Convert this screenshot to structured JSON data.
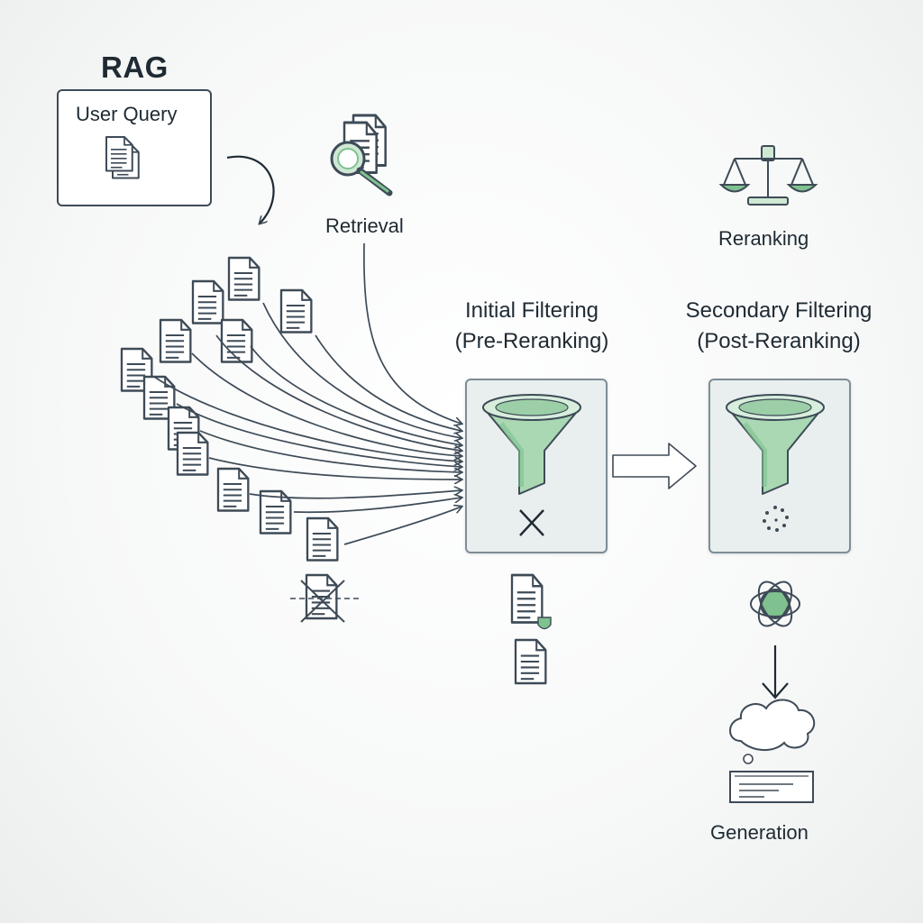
{
  "diagram": {
    "title": "RAG",
    "user_query": "User Query",
    "retrieval": "Retrieval",
    "reranking": "Reranking",
    "initial_filtering": {
      "line1": "Initial Filtering",
      "line2": "(Pre-Reranking)"
    },
    "secondary_filtering": {
      "line1": "Secondary Filtering",
      "line2": "(Post-Reranking)"
    },
    "generation": "Generation"
  },
  "colors": {
    "stroke": "#3e4b57",
    "accent_green": "#7fc28f",
    "accent_green_light": "#cfe8d4",
    "box_fill": "#e9efee"
  },
  "icons": [
    "document-icon",
    "magnifier-icon",
    "scale-icon",
    "funnel-icon",
    "cross-icon",
    "dots-icon",
    "atom-icon",
    "cloud-icon",
    "arrow-icon"
  ]
}
